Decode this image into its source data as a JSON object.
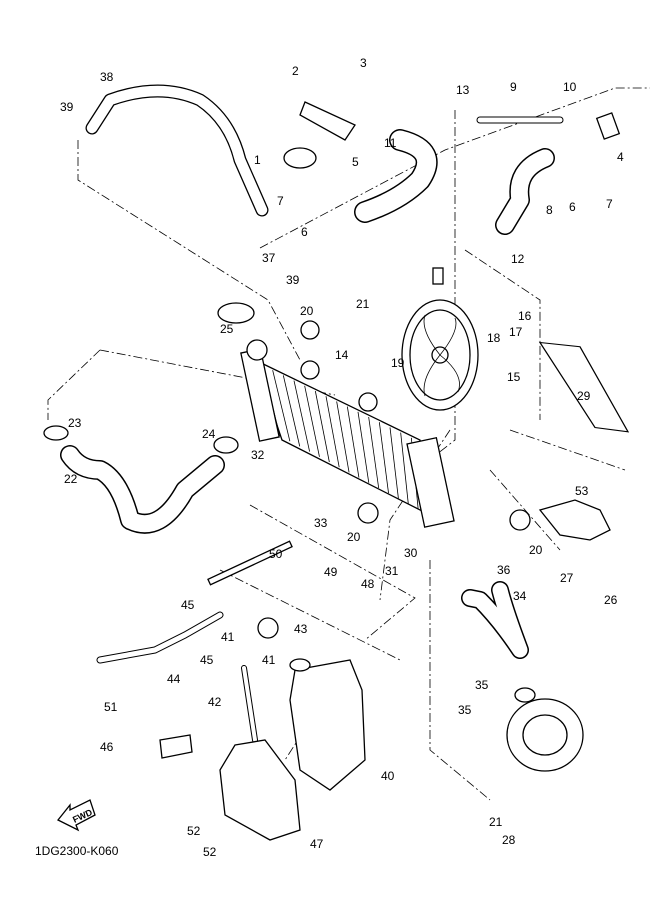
{
  "diagram": {
    "code": "1DG2300-K060",
    "direction_marker": "FWD",
    "part_labels": [
      "38",
      "39",
      "3",
      "2",
      "13",
      "9",
      "10",
      "11",
      "1",
      "5",
      "4",
      "7",
      "6",
      "37",
      "8",
      "6",
      "7",
      "12",
      "39",
      "21",
      "20",
      "16",
      "25",
      "17",
      "18",
      "14",
      "19",
      "15",
      "23",
      "24",
      "29",
      "32",
      "22",
      "53",
      "33",
      "20",
      "20",
      "30",
      "31",
      "50",
      "36",
      "27",
      "26",
      "49",
      "48",
      "34",
      "45",
      "43",
      "41",
      "41",
      "45",
      "44",
      "35",
      "51",
      "42",
      "35",
      "46",
      "40",
      "21",
      "28",
      "52",
      "52",
      "47"
    ]
  }
}
